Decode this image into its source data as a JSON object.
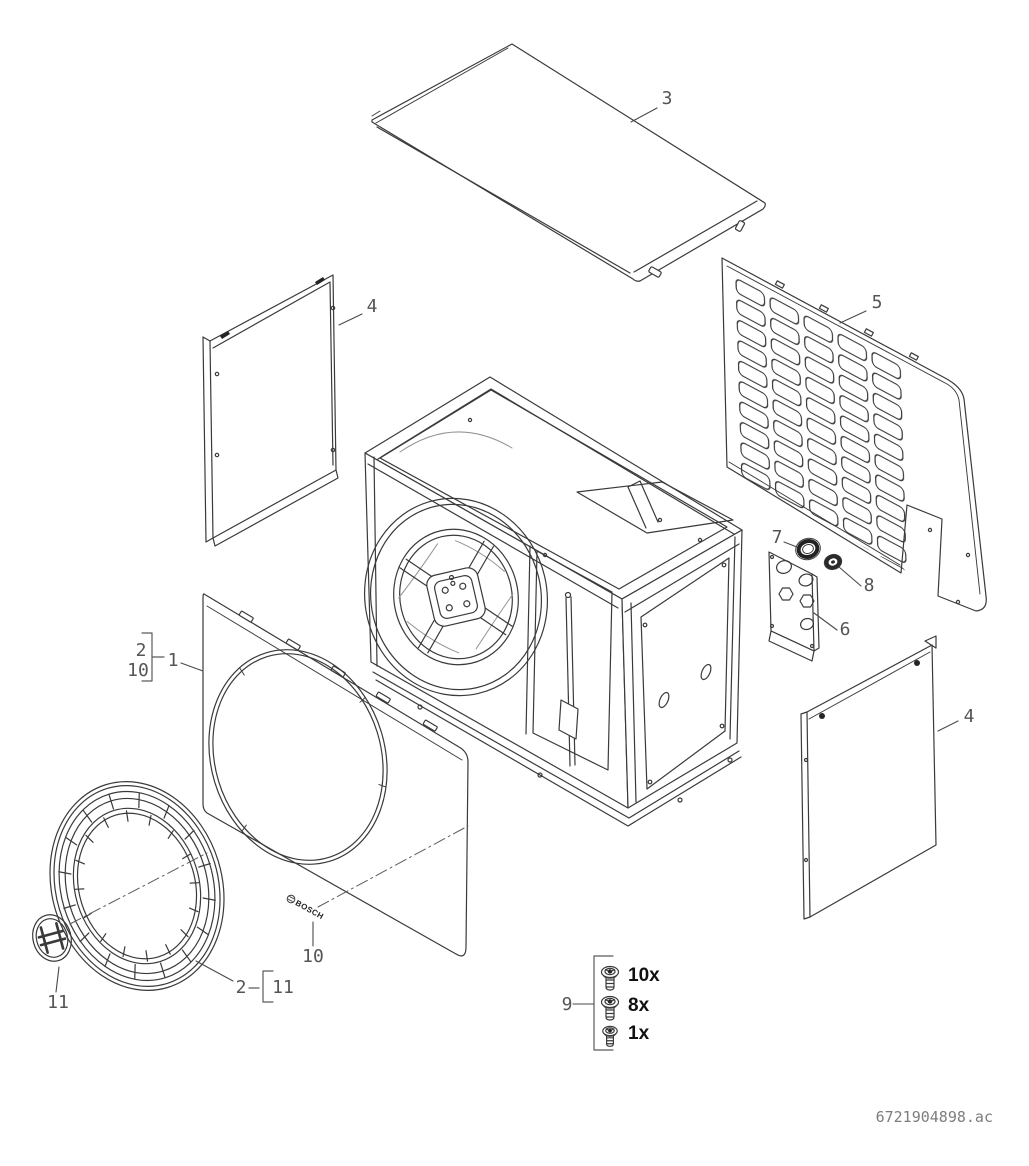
{
  "diagram": {
    "reference": "6721904898.ac",
    "branding": {
      "logo_text": "BOSCH"
    },
    "parts": {
      "front_panel": {
        "number": "1"
      },
      "fan_guard_ring": {
        "number": "2"
      },
      "top_cover": {
        "number": "3"
      },
      "side_panel": {
        "number": "4"
      },
      "rear_grille_panel": {
        "number": "5"
      },
      "connection_plate": {
        "number": "6"
      },
      "grommet_large": {
        "number": "7"
      },
      "grommet_small": {
        "number": "8"
      },
      "screw_set": {
        "number": "9"
      },
      "logo_plate": {
        "number": "10"
      },
      "bosch_emblem": {
        "number": "11"
      }
    },
    "callout_groups": {
      "front_panel_refs": {
        "item_a": "2",
        "item_b": "10"
      },
      "fan_guard_refs": {
        "item_a": "2",
        "item_b": "11"
      }
    },
    "screw_set": {
      "label": "9",
      "items": [
        {
          "qty": "10x"
        },
        {
          "qty": "8x"
        },
        {
          "qty": "1x"
        }
      ]
    }
  }
}
